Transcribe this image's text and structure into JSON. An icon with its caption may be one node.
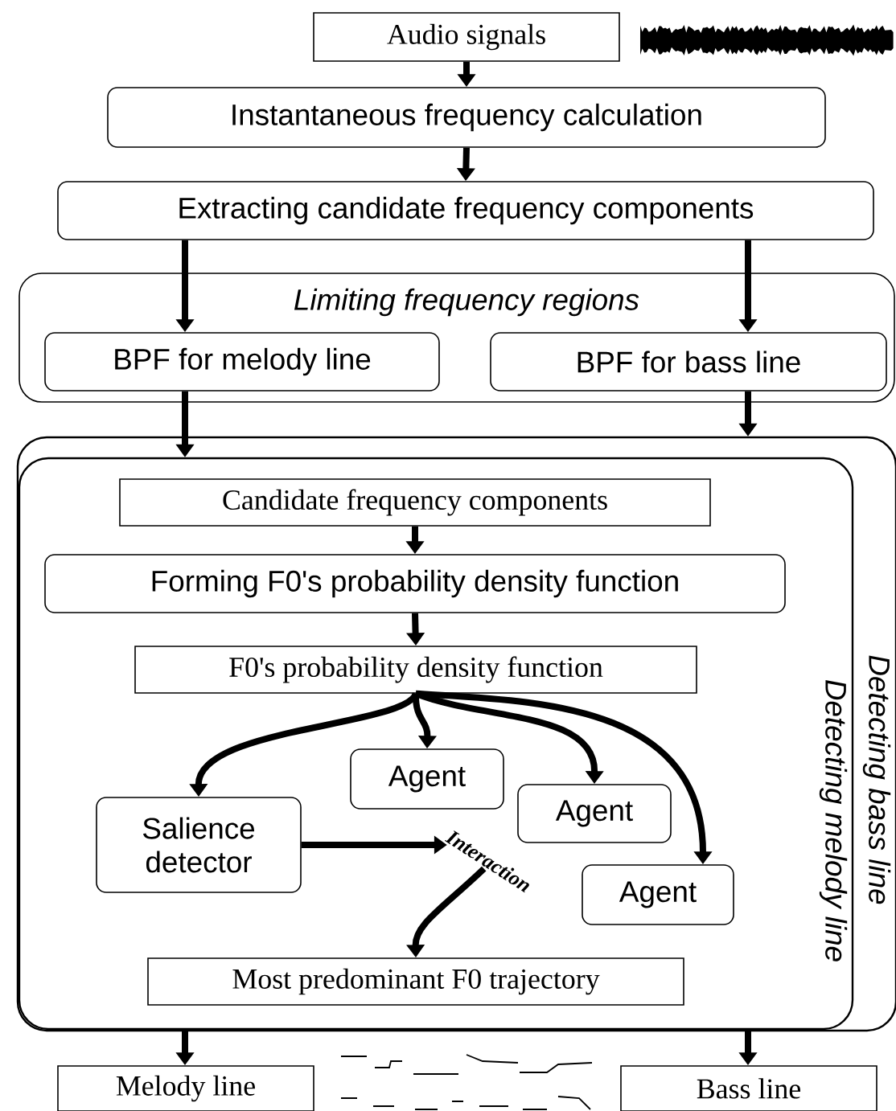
{
  "diagram": {
    "nodes": [
      {
        "text": [
          "Audio signals"
        ]
      },
      {
        "text": [
          "Instantaneous frequency calculation"
        ]
      },
      {
        "text": [
          "Extracting candidate frequency components"
        ]
      },
      {
        "text": [
          "Limiting frequency regions"
        ]
      },
      {
        "text": [
          "BPF for melody line"
        ],
        "in": 3
      },
      {
        "text": [
          "BPF for bass line"
        ],
        "in": 3
      },
      {
        "text": [
          "Detecting bass line"
        ]
      },
      {
        "text": [
          "Detecting melody line"
        ],
        "in": 6
      },
      {
        "text": [
          "Candidate frequency components"
        ],
        "in": 7
      },
      {
        "text": [
          "Forming F0's probability density function"
        ],
        "in": 7
      },
      {
        "text": [
          "F0's probability density function"
        ],
        "in": 7
      },
      {
        "text": [
          "Salience detector"
        ],
        "in": 7
      },
      {
        "text": [
          "Agent"
        ],
        "in": 7
      },
      {
        "text": [
          "Agent"
        ],
        "in": 7
      },
      {
        "text": [
          "Agent"
        ],
        "in": 7
      },
      {
        "text": [
          "Interaction"
        ],
        "in": 7
      },
      {
        "text": [
          "Most predominant F0 trajectory"
        ],
        "in": 7
      },
      {
        "text": [
          "Melody line"
        ]
      },
      {
        "text": [
          "Bass line"
        ]
      }
    ],
    "edges": [
      {
        "from": 0,
        "to": 1,
        "arrow": "to"
      },
      {
        "from": 1,
        "to": 2,
        "arrow": "to"
      },
      {
        "from": 2,
        "to": 4,
        "arrow": "to"
      },
      {
        "from": 2,
        "to": 5,
        "arrow": "to"
      },
      {
        "from": 4,
        "to": 7,
        "arrow": "to"
      },
      {
        "from": 5,
        "to": 6,
        "arrow": "to"
      },
      {
        "from": 8,
        "to": 9,
        "arrow": "to"
      },
      {
        "from": 9,
        "to": 10,
        "arrow": "to"
      },
      {
        "from": 10,
        "to": 11,
        "arrow": "to"
      },
      {
        "from": 10,
        "to": 12,
        "arrow": "to"
      },
      {
        "from": 10,
        "to": 13,
        "arrow": "to"
      },
      {
        "from": 10,
        "to": 14,
        "arrow": "to"
      },
      {
        "from": 11,
        "to": 15,
        "arrow": "to"
      },
      {
        "from": 15,
        "to": 16,
        "arrow": "to"
      },
      {
        "from": 7,
        "to": 17,
        "arrow": "to"
      },
      {
        "from": 7,
        "to": 18,
        "arrow": "to"
      }
    ]
  }
}
